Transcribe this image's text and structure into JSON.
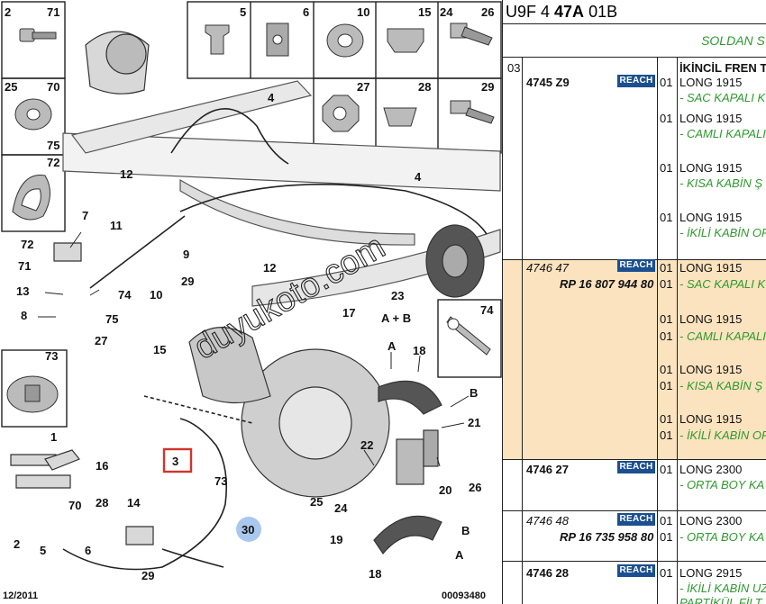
{
  "diagram": {
    "callouts": [
      "2",
      "71",
      "5",
      "6",
      "10",
      "15",
      "24",
      "26",
      "25",
      "70",
      "75",
      "27",
      "28",
      "29",
      "72",
      "4",
      "12",
      "4",
      "7",
      "11",
      "9",
      "72",
      "71",
      "13",
      "74",
      "10",
      "29",
      "8",
      "75",
      "27",
      "12",
      "23",
      "A + B",
      "74",
      "17",
      "15",
      "73",
      "A",
      "18",
      "B",
      "21",
      "1",
      "16",
      "3",
      "22",
      "14",
      "70",
      "73",
      "28",
      "25",
      "24",
      "20",
      "26",
      "30",
      "2",
      "5",
      "6",
      "29",
      "19",
      "B",
      "18",
      "A"
    ],
    "highlighted_callout": "3",
    "blue_callout": "30",
    "date": "12/2011",
    "figure_number": "00093480",
    "watermark": "duyukoto.com"
  },
  "panel": {
    "header": {
      "pre": "U9F 4 ",
      "bold": "47A",
      "post": " 01B"
    },
    "section_title": "SOLDAN SÜ",
    "column_code": "03",
    "column_title": "İKİNCİL FREN T",
    "badge": "REACH",
    "rows": [
      {
        "part": "4745 Z9",
        "italic": false,
        "ref": "",
        "reach": true,
        "lines": [
          {
            "qty": "01",
            "spec": "LONG 1915",
            "desc": "- SAC KAPALI K"
          },
          {
            "qty": "01",
            "spec": "LONG 1915",
            "desc": "- CAMLI KAPALI"
          },
          {
            "qty": "01",
            "spec": "LONG 1915",
            "desc": "- KISA KABİN Ş"
          },
          {
            "qty": "01",
            "spec": "LONG 1915",
            "desc": "- İKİLİ KABİN OF"
          }
        ]
      },
      {
        "part": "4746 47",
        "italic": true,
        "ref": "RP 16 807 944 80",
        "reach": true,
        "highlight": true,
        "lines": [
          {
            "qty": "01",
            "spec": "LONG 1915",
            "desc": "- SAC KAPALI K"
          },
          {
            "qty": "01",
            "spec": "LONG 1915",
            "desc": "- CAMLI KAPALI"
          },
          {
            "qty": "01",
            "spec": "LONG 1915",
            "desc": "- KISA KABİN Ş"
          },
          {
            "qty": "01",
            "spec": "LONG 1915",
            "desc": "- İKİLİ KABİN OR"
          }
        ]
      },
      {
        "part": "4746 27",
        "italic": false,
        "ref": "",
        "reach": true,
        "lines": [
          {
            "qty": "01",
            "spec": "LONG 2300",
            "desc": "- ORTA BOY KA"
          }
        ]
      },
      {
        "part": "4746 48",
        "italic": true,
        "ref": "RP 16 735 958 80",
        "reach": true,
        "lines": [
          {
            "qty": "01",
            "spec": "LONG 2300",
            "desc": "- ORTA BOY KA"
          }
        ]
      },
      {
        "part": "4746 28",
        "italic": false,
        "ref": "",
        "reach": true,
        "lines": [
          {
            "qty": "01",
            "spec": "LONG 2915",
            "desc": "- İKİLİ KABİN UZ"
          },
          {
            "qty": "",
            "spec": "",
            "desc": "PARTİKÜL FİLT"
          }
        ]
      }
    ]
  }
}
